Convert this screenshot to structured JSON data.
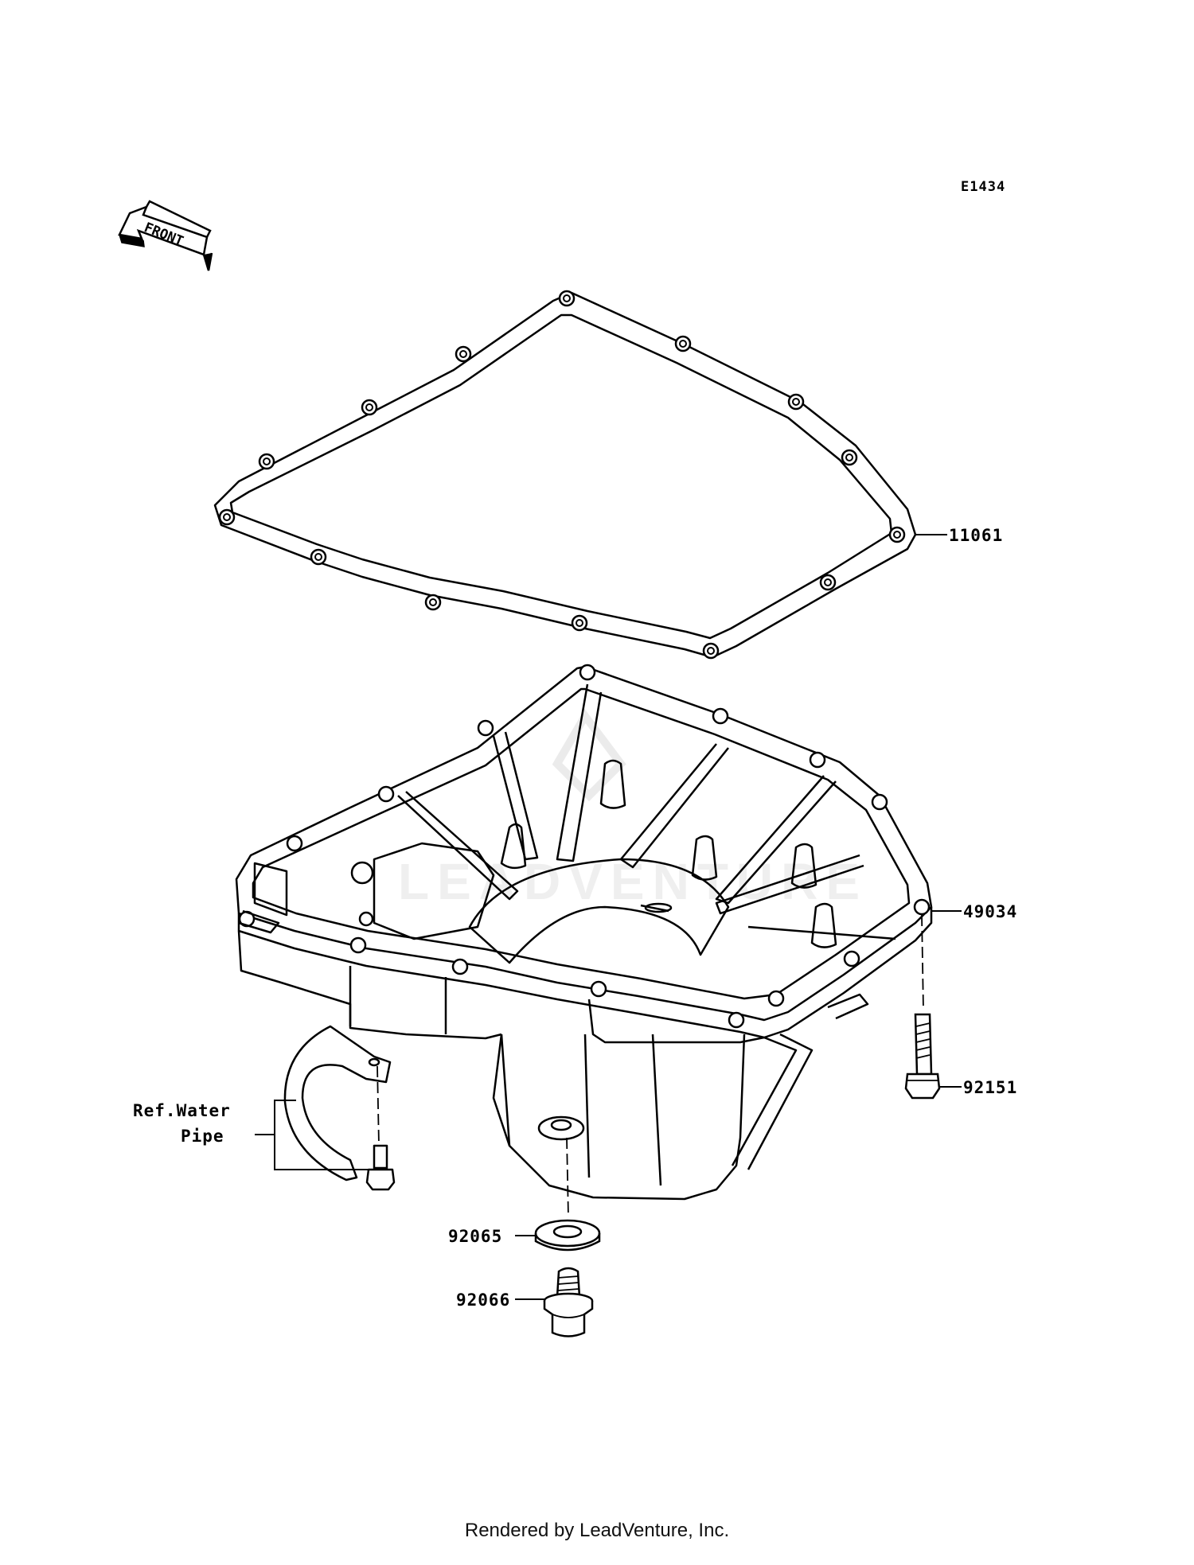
{
  "diagram": {
    "figure_code": "E1434",
    "front_label": "FRONT",
    "watermark": "LEADVENTURE",
    "callouts": {
      "gasket": "11061",
      "oil_pan": "49034",
      "pan_bolt": "92151",
      "drain_washer": "92065",
      "drain_plug": "92066",
      "ref_line1": "Ref.Water",
      "ref_line2": "Pipe"
    }
  },
  "footer": {
    "credit": "Rendered by LeadVenture, Inc."
  },
  "colors": {
    "line": "#000000",
    "background": "#ffffff",
    "watermark": "#e6e6e6"
  }
}
